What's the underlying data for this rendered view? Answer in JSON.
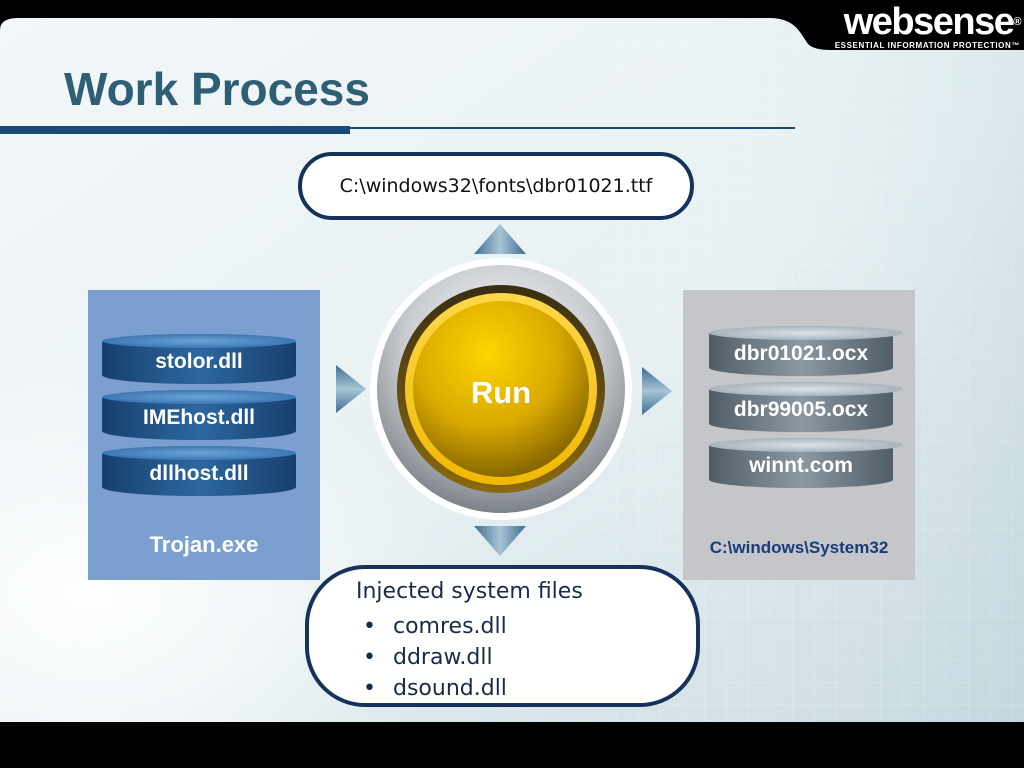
{
  "slide": {
    "title": "Work Process",
    "brand": {
      "name": "websense",
      "reg": "®",
      "tagline": "ESSENTIAL INFORMATION PROTECTION™"
    }
  },
  "top_box": {
    "path": "C:\\windows32\\fonts\\dbr01021.ttf"
  },
  "center": {
    "label": "Run"
  },
  "left_panel": {
    "files": [
      "stolor.dll",
      "IMEhost.dll",
      "dllhost.dll"
    ],
    "caption": "Trojan.exe"
  },
  "right_panel": {
    "files": [
      "dbr01021.ocx",
      "dbr99005.ocx",
      "winnt.com"
    ],
    "caption": "C:\\windows\\System32"
  },
  "bottom_box": {
    "title": "Injected system files",
    "items": [
      "comres.dll",
      "ddraw.dll",
      "dsound.dll"
    ]
  },
  "colors": {
    "title": "#2f5f74",
    "rule": "#174a78",
    "left_panel": "#7ba0cf",
    "right_panel": "#c4c6c9",
    "run_gold": "#e8b800",
    "box_border": "#16325a",
    "right_caption": "#1b3a7a"
  }
}
